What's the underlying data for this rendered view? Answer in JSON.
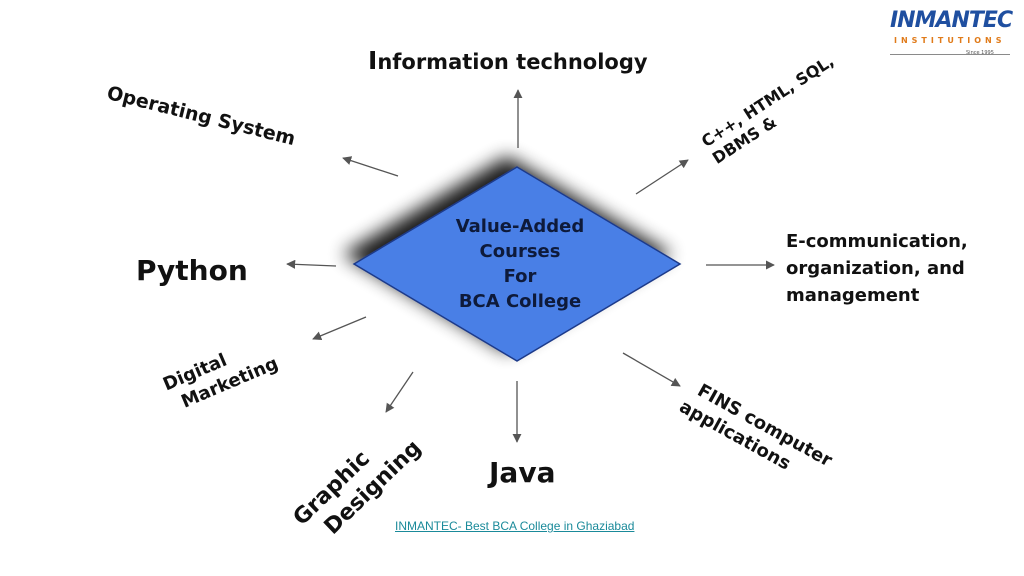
{
  "center": {
    "lines": [
      "Value-Added",
      "Courses",
      "For",
      "BCA College"
    ],
    "fill_color": "#4a7fe6"
  },
  "nodes": {
    "information_technology": {
      "first_letter": "I",
      "rest": "nformation technology"
    },
    "operating_system": "Operating System",
    "cpp_html_sql": {
      "line1": "C++, HTML, SQL,",
      "line2": "DBMS &"
    },
    "python": "Python",
    "e_communication": {
      "line1": "E-communication,",
      "line2": "organization, and",
      "line3": "management"
    },
    "digital_marketing": {
      "line1": "Digital",
      "line2": "Marketing"
    },
    "graphic_designing": {
      "line1": "Graphic",
      "line2": "Designing"
    },
    "java": "Java",
    "fins": {
      "line1": "FINS computer",
      "line2": "applications"
    }
  },
  "logo": {
    "word": "INMANTEC",
    "sub": "INSTITUTIONS",
    "since": "Since 1995",
    "brand_color": "#1f4fa0",
    "accent_color": "#e07b1a"
  },
  "footer": {
    "link_text": "INMANTEC- Best BCA College in Ghaziabad"
  }
}
